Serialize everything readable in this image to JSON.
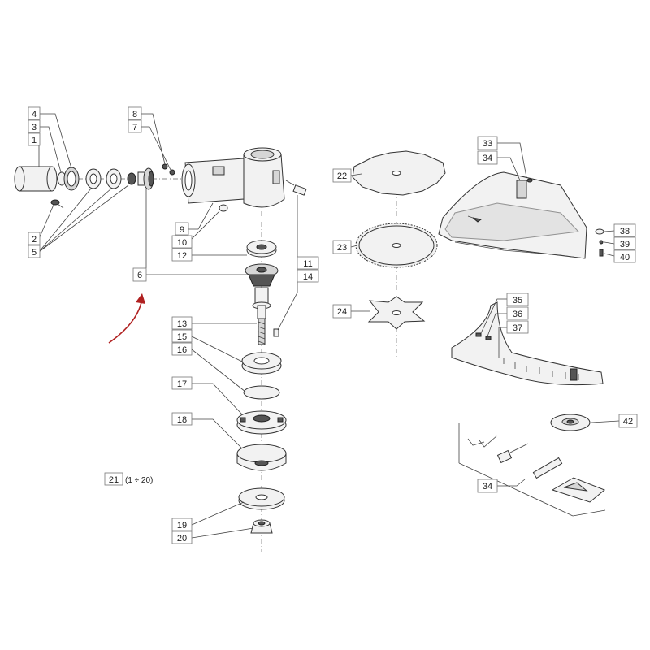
{
  "labels": {
    "p1": "1",
    "p2": "2",
    "p3": "3",
    "p4": "4",
    "p5": "5",
    "p6": "6",
    "p7": "7",
    "p8": "8",
    "p9": "9",
    "p10": "10",
    "p11": "11",
    "p12": "12",
    "p13": "13",
    "p14": "14",
    "p15": "15",
    "p16": "16",
    "p17": "17",
    "p18": "18",
    "p19": "19",
    "p20": "20",
    "p21": "21",
    "p22": "22",
    "p23": "23",
    "p24": "24",
    "p33": "33",
    "p34a": "34",
    "p34b": "34",
    "p35": "35",
    "p36": "36",
    "p37": "37",
    "p38": "38",
    "p39": "39",
    "p40": "40",
    "p42": "42"
  },
  "assembly_note": "(1 ÷ 20)",
  "colors": {
    "highlight_arrow": "#b02020"
  }
}
